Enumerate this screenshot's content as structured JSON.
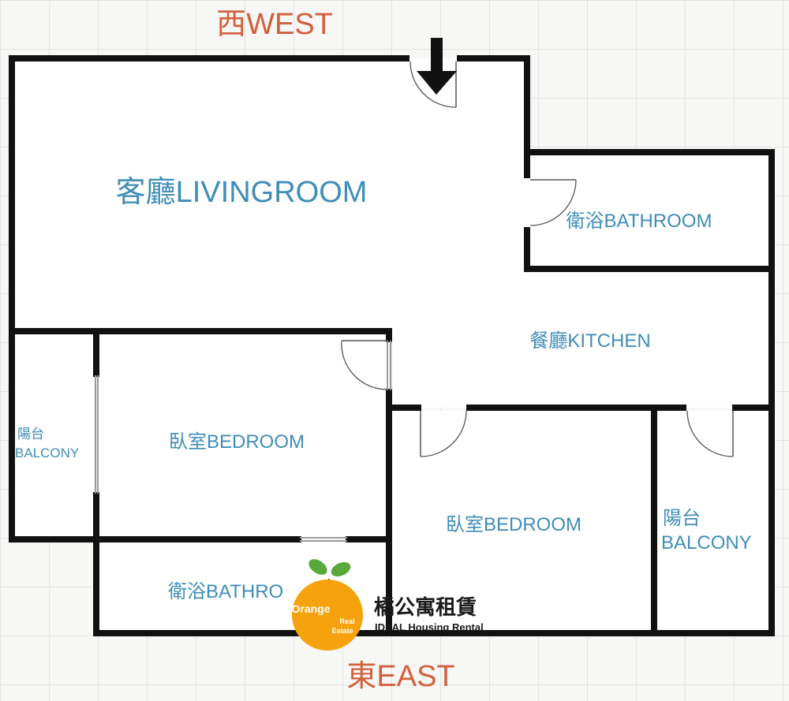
{
  "compass": {
    "west": "西WEST",
    "east": "東EAST"
  },
  "rooms": {
    "living": "客廳LIVINGROOM",
    "bath_top": "衛浴BATHROOM",
    "kitchen": "餐廳KITCHEN",
    "balcony_left_cn": "陽台",
    "balcony_left_en": "BALCONY",
    "bedroom_left": "臥室BEDROOM",
    "bedroom_right": "臥室BEDROOM",
    "balcony_right_cn": "陽台",
    "balcony_right_en": "BALCONY",
    "bath_bottom": "衛浴BATHRO"
  },
  "logo": {
    "word": "Orange",
    "sub1": "Real",
    "sub2": "Estate",
    "brand_cn": "橘公寓租賃",
    "brand_en": "IDEAL Housing Rental",
    "colors": {
      "orange": "#f5a20c",
      "leaf": "#58a83a"
    }
  },
  "icons": {
    "entrance": "entrance-arrow-icon"
  }
}
